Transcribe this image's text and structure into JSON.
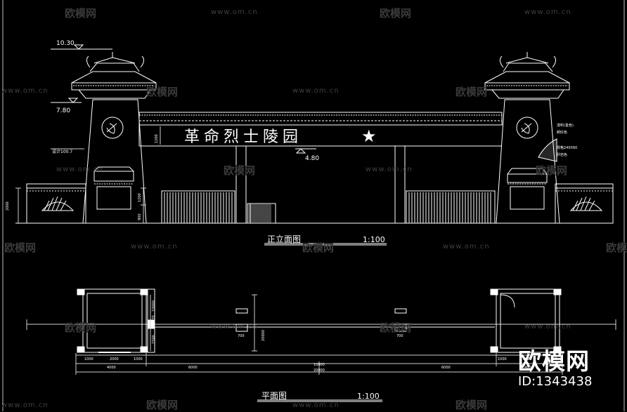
{
  "elevation": {
    "title_plaque": "革命烈士陵园",
    "star": "★",
    "levels": {
      "top": "10.30",
      "roof_eave": "7.80",
      "beam": "4.80"
    },
    "label": "正立面图",
    "scale": "1:100",
    "side_dims": {
      "wall_h": "2000",
      "base_h": "1200",
      "door_h": "900",
      "sill": "1200"
    },
    "notes_left": "设计100.7",
    "notes_right": [
      "漆料(金色)",
      "刷红色",
      "规格240X60",
      "砂岩色"
    ]
  },
  "plan": {
    "label": "平面图",
    "scale": "1:100",
    "dims_bottom": [
      "1000",
      "2000",
      "1000",
      "1000",
      "2000",
      "1000"
    ],
    "dims_sub": [
      "4000",
      "6000",
      "6000",
      "4000"
    ],
    "dims_total": [
      "10000",
      "20000"
    ],
    "dims_side": [
      "10000",
      "1570",
      "1500",
      "20000"
    ],
    "door_widths": [
      "700",
      "700"
    ]
  },
  "watermarks": {
    "brand": "欧模网",
    "url": "www.om.cn"
  },
  "brand_badge": {
    "name": "欧模网",
    "id": "ID:1343438"
  }
}
